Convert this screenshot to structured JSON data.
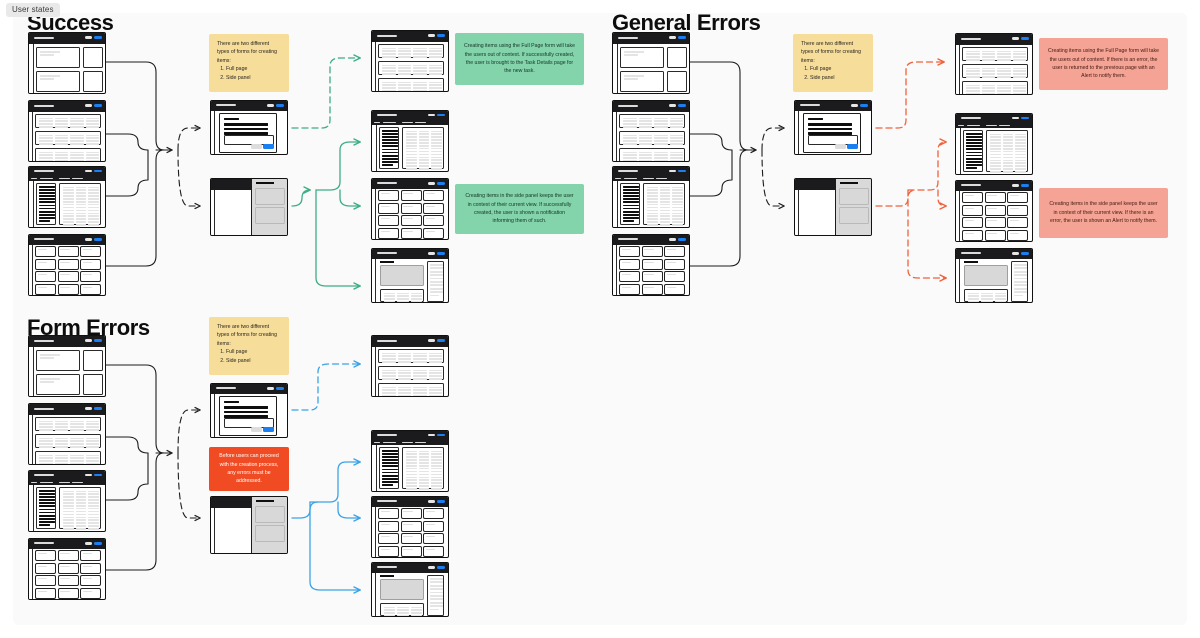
{
  "frame": {
    "tab_label": "User states"
  },
  "sections": {
    "success": {
      "title": "Success"
    },
    "general": {
      "title": "General Errors"
    },
    "form": {
      "title": "Form Errors"
    }
  },
  "notes": {
    "forms_kinds_success": {
      "intro": "There are two different types of forms for creating items:",
      "items": [
        "Full page",
        "Side panel"
      ],
      "color": "#f6dd9a"
    },
    "forms_kinds_general": {
      "intro": "There are two different types of forms for creating items:",
      "items": [
        "Full page",
        "Side panel"
      ],
      "color": "#f6dd9a"
    },
    "forms_kinds_form": {
      "intro": "There are two different types of forms for creating items:",
      "items": [
        "Full page",
        "Side panel"
      ],
      "color": "#f6dd9a"
    },
    "success_fullpage": {
      "text": "Creating items using the Full Page form will take the users out of context. If successfully created, the user is brought to the Task Details page for the new task.",
      "color": "#83d3ab"
    },
    "success_sidepanel": {
      "text": "Creating items in the side panel keeps the user in context of their current view. If successfully created, the user is shown a notification informing them of such.",
      "color": "#83d3ab"
    },
    "general_fullpage": {
      "text": "Creating items using the Full Page form will take the users out of content. If there is an error, the user is returned to the previous page with an Alert to notify them.",
      "color": "#f4a394"
    },
    "general_sidepanel": {
      "text": "Creating items in the side panel keeps the user in context of their current view. If there is an error, the user is shown an Alert to notify them.",
      "color": "#f4a394"
    },
    "form_blocking": {
      "text": "Before users can proceed with the creation process, any errors must be addressed.",
      "color": "#f04b23"
    }
  },
  "connector_colors": {
    "neutral": "#1c1c1c",
    "success": "#3dae84",
    "general": "#f0623c",
    "form": "#3ba3e8"
  },
  "screens": {
    "dashboard": "Dashboard overview screen",
    "list_stacked": "Stacked list screen",
    "table_sidebar": "Table with sidebar screen",
    "card_grid": "Card grid screen",
    "full_page_form": "Full page form modal screen",
    "side_panel_form": "Side panel form screen",
    "task_details": "Task details screen"
  }
}
